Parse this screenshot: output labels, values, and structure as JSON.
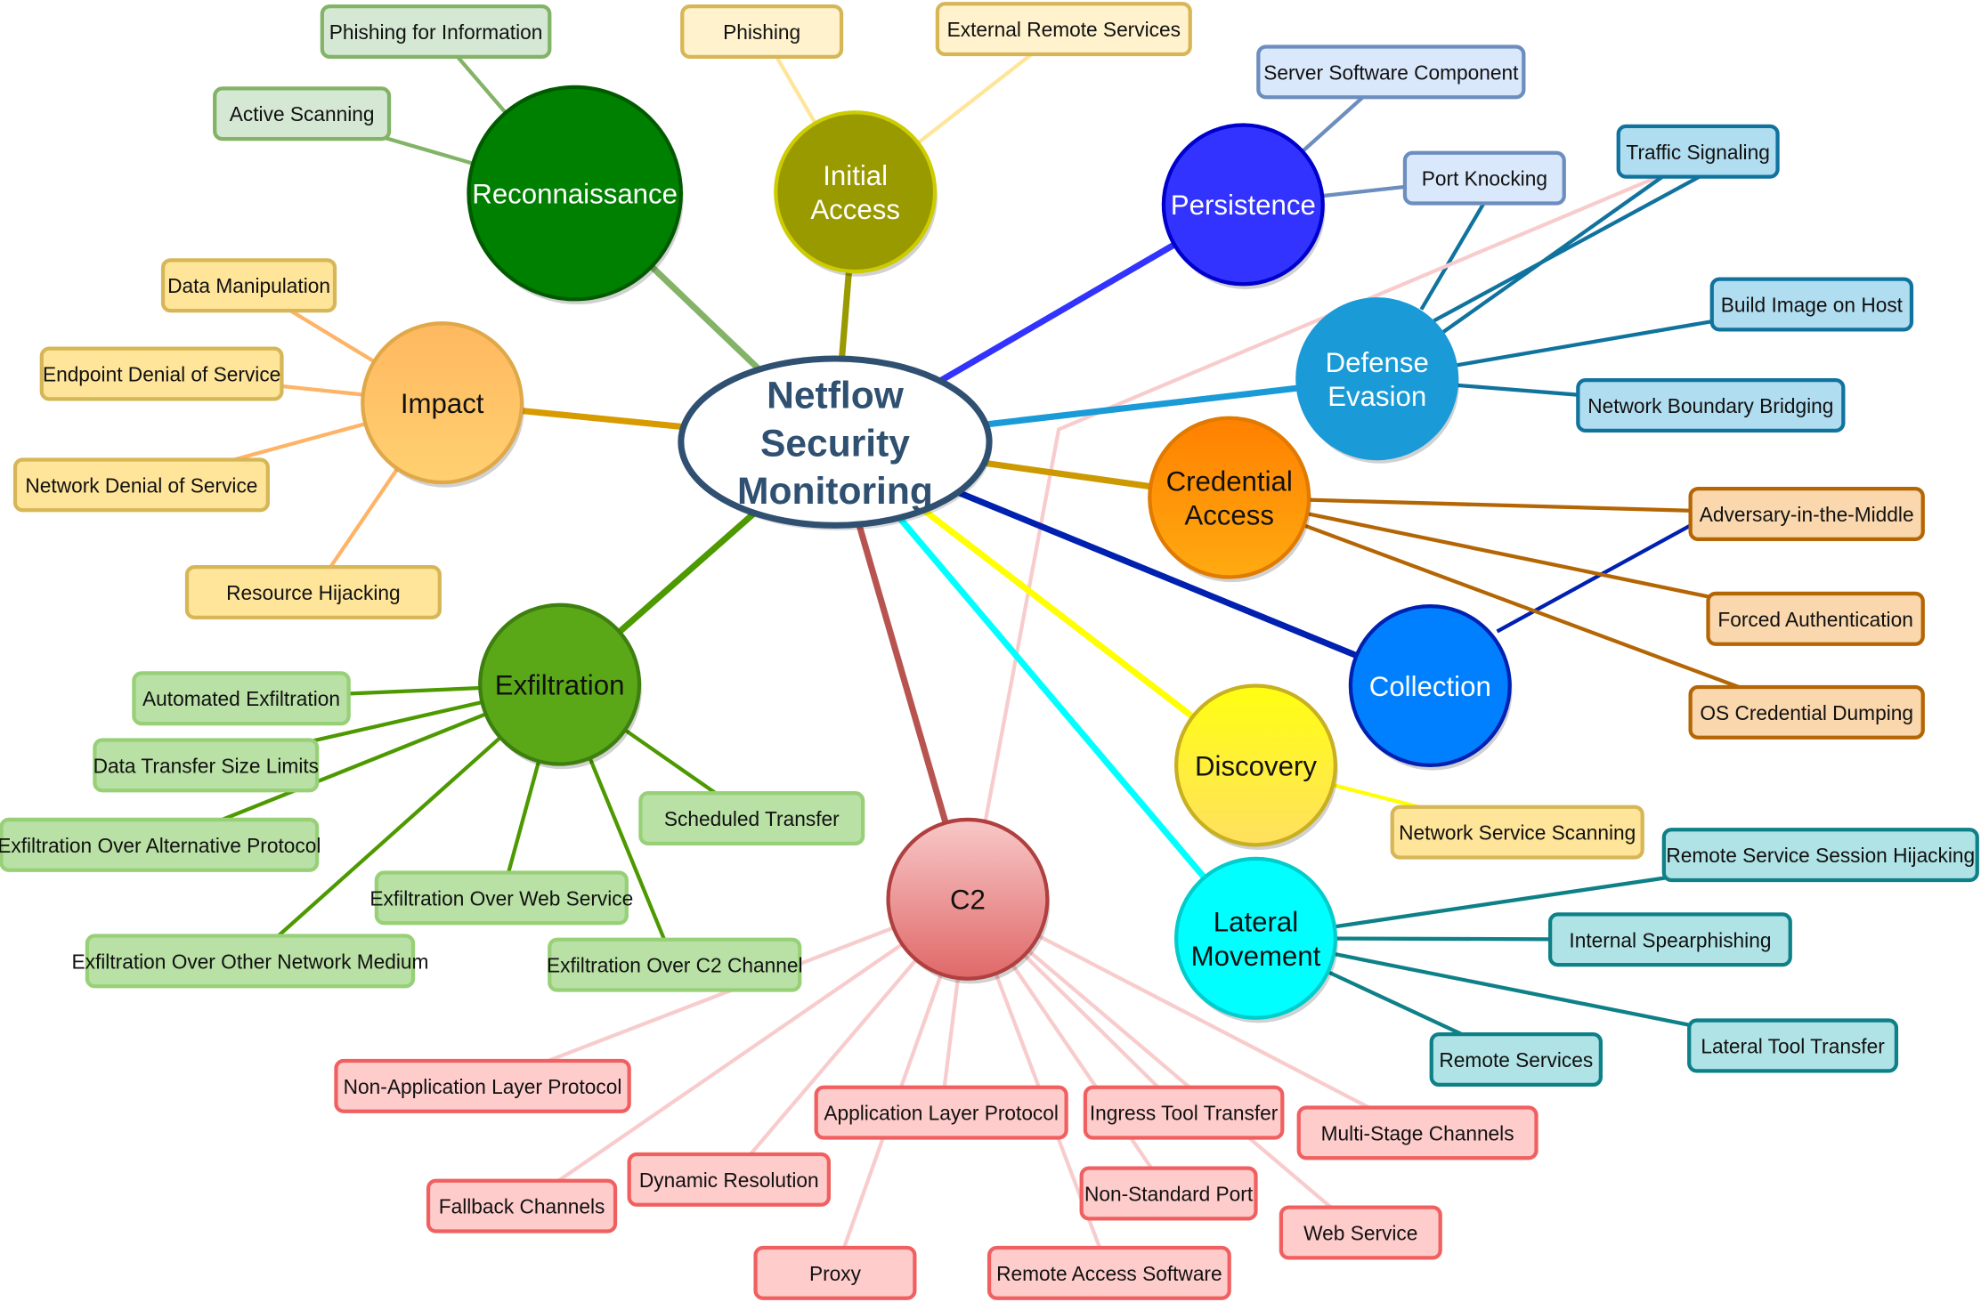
{
  "center": {
    "label_lines": [
      "Netflow",
      "Security",
      "Monitoring"
    ],
    "fill": "#ffffff",
    "stroke": "#2f5070"
  },
  "categories": [
    {
      "id": "recon",
      "label_lines": [
        "Reconnaissance"
      ],
      "fill": "#008000",
      "stroke": "#005a00",
      "text_color": "#ffffff",
      "edge_color": "#82b366",
      "leaf_fill": "#d5e8d4",
      "leaf_stroke": "#82b366",
      "leaf_edge": "#82b366",
      "leaves": [
        "Phishing for Information",
        "Active Scanning"
      ]
    },
    {
      "id": "initial-access",
      "label_lines": [
        "Initial",
        "Access"
      ],
      "fill": "#999900",
      "stroke": "#cccc00",
      "text_color": "#ffffff",
      "edge_color": "#999900",
      "leaf_fill": "#fff2cc",
      "leaf_stroke": "#d6b656",
      "leaf_edge": "#ffe599",
      "leaves": [
        "Phishing",
        "External Remote Services"
      ]
    },
    {
      "id": "persistence",
      "label_lines": [
        "Persistence"
      ],
      "fill": "#3333ff",
      "stroke": "#0000cc",
      "text_color": "#ffffff",
      "edge_color": "#3333ff",
      "leaf_fill": "#dae8fc",
      "leaf_stroke": "#6c8ebf",
      "leaf_edge": "#6c8ebf",
      "leaves": [
        "Server Software Component",
        "Port Knocking"
      ]
    },
    {
      "id": "defense-evasion",
      "label_lines": [
        "Defense",
        "Evasion"
      ],
      "fill": "#1a9ad6",
      "stroke": "#1a9ad6",
      "text_color": "#ffffff",
      "edge_color": "#1a9ad6",
      "leaf_fill": "#b1ddf0",
      "leaf_stroke": "#10739e",
      "leaf_edge": "#10739e",
      "leaves": [
        "Traffic Signaling",
        "Build Image on Host",
        "Network Boundary Bridging"
      ]
    },
    {
      "id": "credential-access",
      "label_lines": [
        "Credential",
        "Access"
      ],
      "fill": "#ff8c00",
      "stroke": "#e07a00",
      "text_color": "#111111",
      "edge_color": "#cc9900",
      "leaf_fill": "#fad7ac",
      "leaf_stroke": "#b46504",
      "leaf_edge": "#b46504",
      "leaves": [
        "Adversary-in-the-Middle",
        "Forced Authentication",
        "OS Credential Dumping"
      ]
    },
    {
      "id": "collection",
      "label_lines": [
        "Collection"
      ],
      "fill": "#0080ff",
      "stroke": "#0020b0",
      "text_color": "#ffffff",
      "edge_color": "#0020b0",
      "leaf_fill": "#fad7ac",
      "leaf_stroke": "#b46504",
      "leaf_edge": "#0020b0",
      "leaves": []
    },
    {
      "id": "discovery",
      "label_lines": [
        "Discovery"
      ],
      "fill": "#ffee22",
      "stroke": "#c8b020",
      "text_color": "#111111",
      "edge_color": "#ffff00",
      "leaf_fill": "#ffe599",
      "leaf_stroke": "#d6b656",
      "leaf_edge": "#ffff00",
      "leaves": [
        "Network Service Scanning"
      ]
    },
    {
      "id": "lateral-movement",
      "label_lines": [
        "Lateral",
        "Movement"
      ],
      "fill": "#00ffff",
      "stroke": "#00cccc",
      "text_color": "#111111",
      "edge_color": "#00ffff",
      "leaf_fill": "#b0e3e6",
      "leaf_stroke": "#0e8088",
      "leaf_edge": "#0e8088",
      "leaves": [
        "Remote Service Session Hijacking",
        "Internal Spearphishing",
        "Lateral Tool Transfer",
        "Remote Services"
      ]
    },
    {
      "id": "c2",
      "label_lines": [
        "C2"
      ],
      "fill": "#f08080",
      "stroke": "#b04040",
      "text_color": "#111111",
      "edge_color": "#b85450",
      "leaf_fill": "#ffcccc",
      "leaf_stroke": "#f06060",
      "leaf_edge": "#f8cccc",
      "leaves": [
        "Non-Application Layer Protocol",
        "Application Layer Protocol",
        "Ingress Tool Transfer",
        "Multi-Stage Channels",
        "Fallback Channels",
        "Dynamic Resolution",
        "Non-Standard Port",
        "Web Service",
        "Proxy",
        "Remote Access Software"
      ]
    },
    {
      "id": "exfiltration",
      "label_lines": [
        "Exfiltration"
      ],
      "fill": "#5aa818",
      "stroke": "#3e8010",
      "text_color": "#111111",
      "edge_color": "#4d9900",
      "leaf_fill": "#b9e0a5",
      "leaf_stroke": "#97d077",
      "leaf_edge": "#4d9900",
      "leaves": [
        "Automated Exfiltration",
        "Data Transfer Size Limits",
        "Exfiltration Over Alternative Protocol",
        "Exfiltration Over Web Service",
        "Exfiltration Over Other Network Medium",
        "Exfiltration Over C2 Channel",
        "Scheduled Transfer"
      ]
    },
    {
      "id": "impact",
      "label_lines": [
        "Impact"
      ],
      "fill": "#ffc060",
      "stroke": "#e0a848",
      "text_color": "#111111",
      "edge_color": "#d79b00",
      "leaf_fill": "#ffe599",
      "leaf_stroke": "#d6b656",
      "leaf_edge": "#ffb366",
      "leaves": [
        "Data Manipulation",
        "Endpoint Denial of Service",
        "Network Denial of Service",
        "Resource Hijacking"
      ]
    }
  ]
}
